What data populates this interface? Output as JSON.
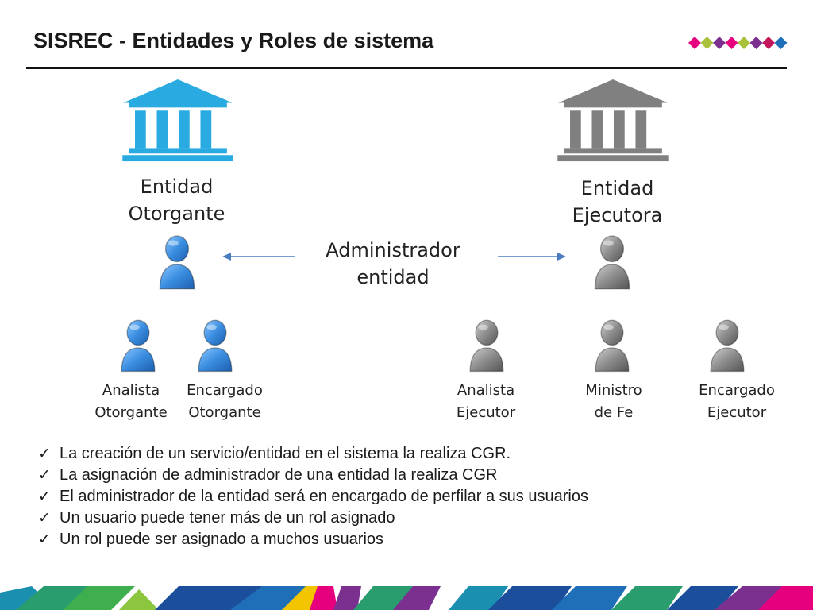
{
  "header": {
    "title": "SISREC - Entidades y Roles de sistema",
    "logo_colors": [
      "#e6007e",
      "#a7c23a",
      "#7b2f8e",
      "#e6007e",
      "#a7c23a",
      "#7b2f8e",
      "#c2185b",
      "#1f6fb8"
    ]
  },
  "diagram": {
    "entities": [
      {
        "label": "Entidad\nOtorgante",
        "icon": "building-icon",
        "color": "#29abe2"
      },
      {
        "label": "Entidad\nEjecutora",
        "icon": "building-icon",
        "color": "#808080"
      }
    ],
    "admin_label": "Administrador\nentidad",
    "roles": [
      {
        "label": "Analista\nOtorgante",
        "color": "#3a8de0"
      },
      {
        "label": "Encargado\nOtorgante",
        "color": "#3a8de0"
      },
      {
        "label": "Analista\nEjecutor",
        "color": "#8c8c8c"
      },
      {
        "label": "Ministro\nde Fe",
        "color": "#8c8c8c"
      },
      {
        "label": "Encargado\nEjecutor",
        "color": "#8c8c8c"
      }
    ]
  },
  "bullets": [
    "La creación de un servicio/entidad en el sistema la realiza CGR.",
    "La asignación de administrador de una entidad la realiza CGR",
    "El administrador de la entidad será en encargado de perfilar a sus usuarios",
    "Un usuario puede tener más de un rol asignado",
    "Un rol puede ser asignado a muchos usuarios"
  ]
}
